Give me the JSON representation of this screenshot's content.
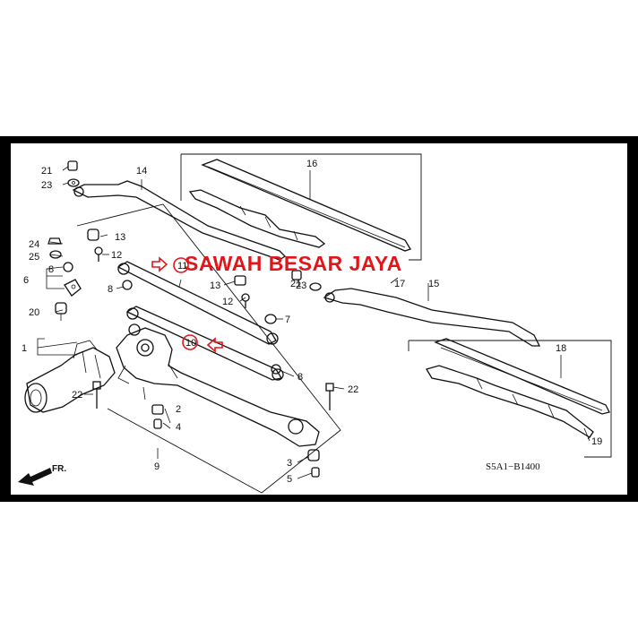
{
  "watermark": "SAWAH BESAR JAYA",
  "diagram_code": "S5A1−B1400",
  "direction_label": "FR.",
  "callouts": {
    "p1": "1",
    "p2": "2",
    "p3": "3",
    "p4": "4",
    "p5": "5",
    "p6": "6",
    "p7": "7",
    "p8a": "8",
    "p8b": "8",
    "p8c": "8",
    "p9": "9",
    "p10": "10",
    "p11": "11",
    "p12a": "12",
    "p12b": "12",
    "p13a": "13",
    "p13b": "13",
    "p14": "14",
    "p15": "15",
    "p16": "16",
    "p17": "17",
    "p18": "18",
    "p19": "19",
    "p20": "20",
    "p21a": "21",
    "p21b": "21",
    "p22a": "22",
    "p22b": "22",
    "p23a": "23",
    "p23b": "23",
    "p24": "24",
    "p25": "25"
  },
  "colors": {
    "highlight": "#e0161b",
    "line": "#111111"
  }
}
